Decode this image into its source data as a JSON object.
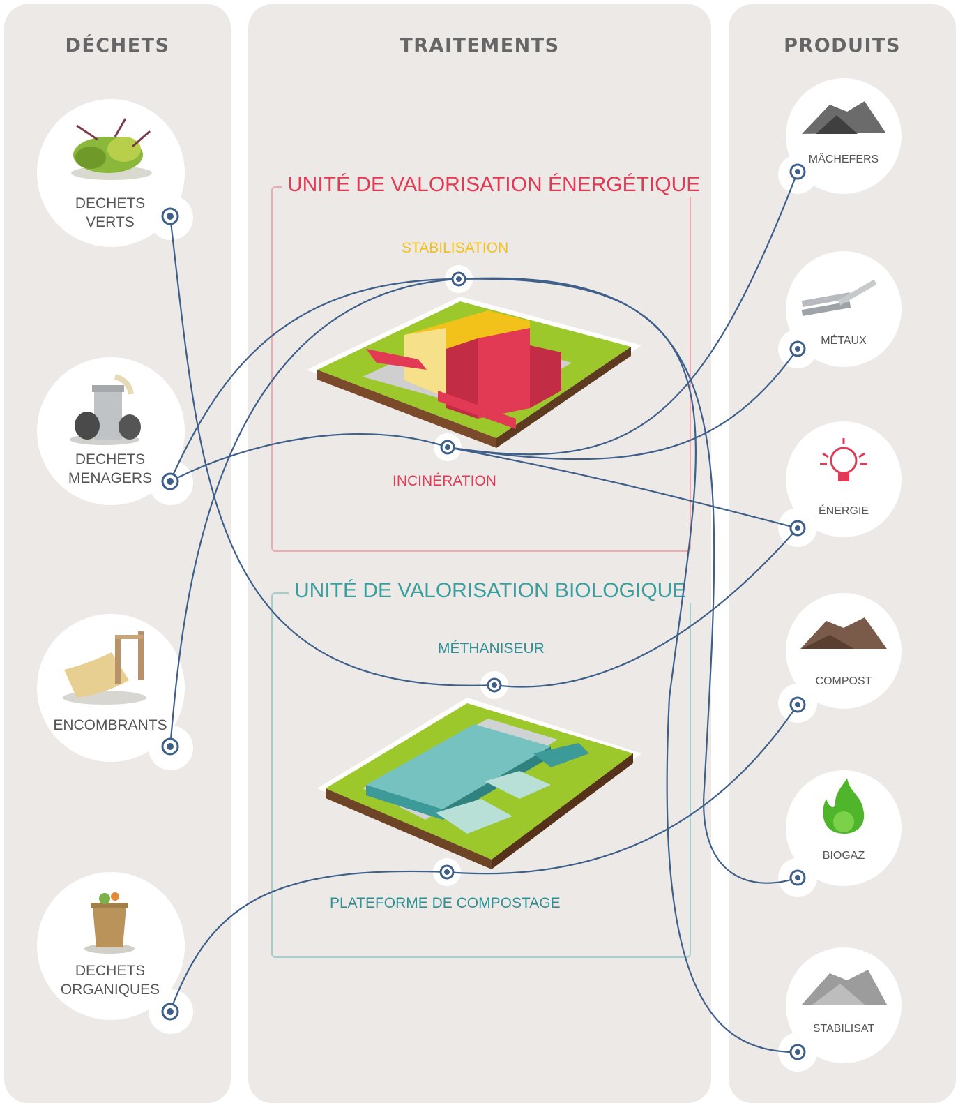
{
  "columns": {
    "dechets": "DÉCHETS",
    "traitements": "TRAITEMENTS",
    "produits": "PRODUITS"
  },
  "waste": {
    "verts": "DECHETS\nVERTS",
    "menagers": "DECHETS\nMENAGERS",
    "encombrants": "ENCOMBRANTS",
    "organiques": "DECHETS\nORGANIQUES"
  },
  "units": {
    "energetique": {
      "title": "UNITÉ DE VALORISATION ÉNERGÉTIQUE",
      "stabilisation": "STABILISATION",
      "incineration": "INCINÉRATION"
    },
    "biologique": {
      "title": "UNITÉ DE VALORISATION BIOLOGIQUE",
      "methaniseur": "MÉTHANISEUR",
      "compostage": "PLATEFORME DE COMPOSTAGE"
    }
  },
  "products": {
    "machefers": "MÂCHEFERS",
    "metaux": "MÉTAUX",
    "energie": "ÉNERGIE",
    "compost": "COMPOST",
    "biogaz": "BIOGAZ",
    "stabilisat": "STABILISAT"
  },
  "colors": {
    "panel": "#ece9e6",
    "link": "#3e5f8a",
    "energetique": "#e23a55",
    "stabilisation": "#f2c21a",
    "biologique": "#3a9e9e",
    "label": "#555555"
  },
  "links": [
    [
      "verts",
      "methaniseur"
    ],
    [
      "menagers",
      "stabilisation"
    ],
    [
      "menagers",
      "incineration"
    ],
    [
      "encombrants",
      "stabilisation"
    ],
    [
      "organiques",
      "compostage"
    ],
    [
      "incineration",
      "machefers"
    ],
    [
      "incineration",
      "metaux"
    ],
    [
      "incineration",
      "energie"
    ],
    [
      "methaniseur",
      "energie"
    ],
    [
      "compostage",
      "compost"
    ],
    [
      "stabilisation",
      "biogaz"
    ],
    [
      "stabilisation",
      "stabilisat"
    ]
  ]
}
